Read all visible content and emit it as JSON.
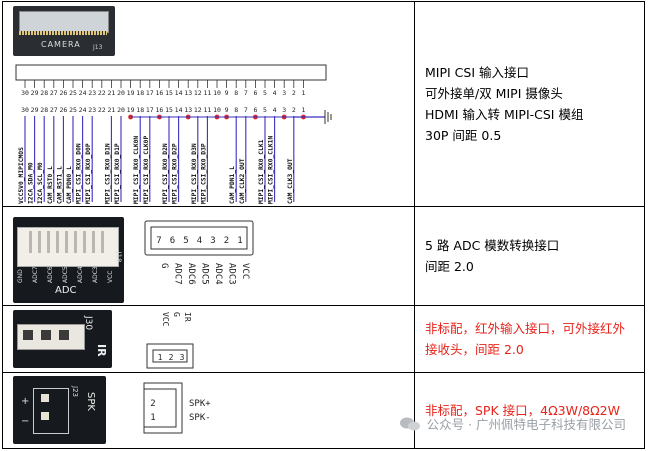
{
  "rows": [
    {
      "id": "mipi",
      "board_labels": [
        "CAMERA",
        "J13"
      ],
      "pin_numbers": [
        "30",
        "29",
        "28",
        "27",
        "26",
        "25",
        "24",
        "23",
        "22",
        "21",
        "20",
        "19",
        "18",
        "17",
        "16",
        "15",
        "14",
        "13",
        "12",
        "11",
        "10",
        "9",
        "8",
        "7",
        "6",
        "5",
        "4",
        "3",
        "2",
        "1"
      ],
      "signals": [
        "VCC5V0_MIPICMOS",
        "I2CA_SDA_M0",
        "I2CA_SCL_M0",
        "CAM_RST0_L",
        "CAM_RST1_L",
        "CAM_PDN0_L",
        "MIPI_CSI_RX0_D0N",
        "MIPI_CSI_RX0_D0P",
        "MIPI_CSI_RX0_D1N",
        "MIPI_CSI_RX0_D1P",
        "MIPI_CSI_RX0_CLK0N",
        "MIPI_CSI_RX0_CLK0P",
        "MIPI_CSI_RX0_D2N",
        "MIPI_CSI_RX0_D2P",
        "MIPI_CSI_RX0_D3N",
        "MIPI_CSI_RX0_D3P",
        "CAM_PDN1_L",
        "CAM_CLK2_OUT",
        "MIPI_CSI_RX0_CLK1",
        "MIPI_CSI_RX0_CLK1N",
        "CAM_CLK3_OUT"
      ],
      "lines": [
        "MIPI CSI 输入接口",
        "可外接单/双 MIPI 摄像头",
        "HDMI 输入转 MIPI-CSI 模组",
        "30P 间距 0.5"
      ],
      "red": false
    },
    {
      "id": "adc",
      "board_labels": [
        "GND",
        "ADC7",
        "ADC6",
        "ADC5",
        "ADC4",
        "ADC3",
        "VCC",
        "ADC",
        "J18"
      ],
      "pin_numbers": [
        "7",
        "6",
        "5",
        "4",
        "3",
        "2",
        "1"
      ],
      "signals": [
        "G",
        "ADC7",
        "ADC6",
        "ADC5",
        "ADC4",
        "ADC3",
        "VCC"
      ],
      "lines": [
        "5 路 ADC 模数转换接口",
        "间距 2.0"
      ],
      "red": false
    },
    {
      "id": "ir",
      "board_labels": [
        "J30",
        "IR"
      ],
      "pin_numbers": [
        "1",
        "2",
        "3"
      ],
      "signals": [
        "VCC",
        "G",
        "IR"
      ],
      "lines": [
        "非标配，红外输入接口，可外接红外",
        "接收头，间距 2.0"
      ],
      "red": true
    },
    {
      "id": "spk",
      "board_labels": [
        "J23",
        "SPK",
        "+",
        "−"
      ],
      "pin_numbers": [
        "2",
        "1"
      ],
      "signals": [
        "SPK+",
        "SPK-"
      ],
      "lines": [
        "非标配，SPK 接口，4Ω3W/8Ω2W"
      ],
      "red": true
    }
  ],
  "watermark": "公众号 · 广州佩特电子科技有限公司",
  "colors": {
    "red_text": "#e8231b",
    "wire": "#3b2fbf",
    "dot": "#d9262c"
  }
}
